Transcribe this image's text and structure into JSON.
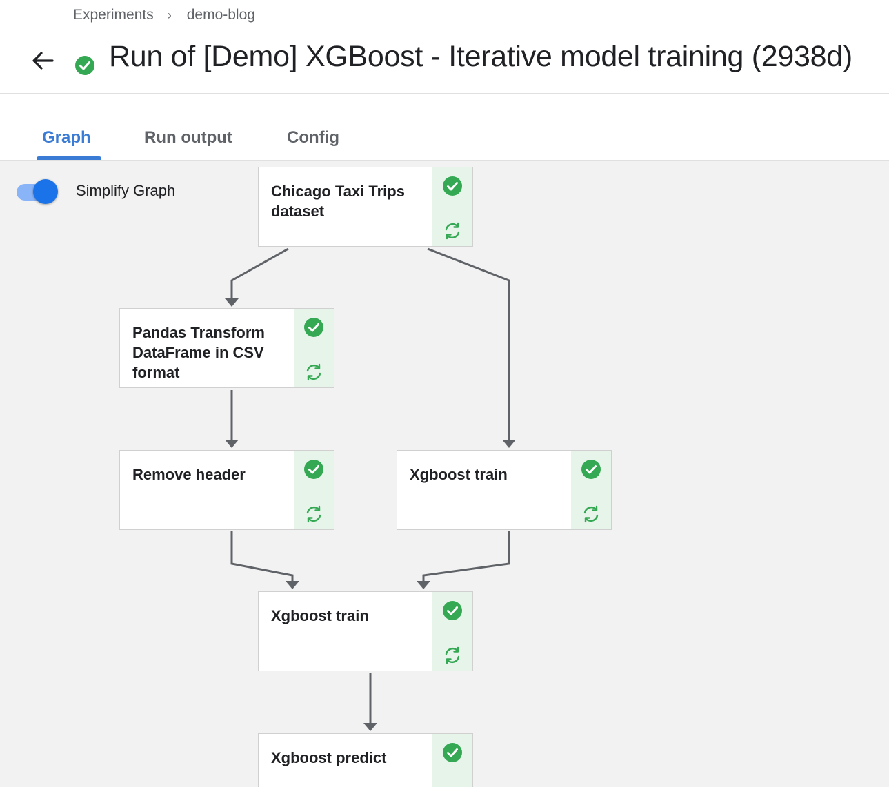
{
  "breadcrumb": {
    "items": [
      "Experiments",
      "demo-blog"
    ],
    "separator": "›"
  },
  "page": {
    "title": "Run of [Demo] XGBoost - Iterative model training (2938d)",
    "status": "success"
  },
  "tabs": [
    {
      "label": "Graph",
      "active": true
    },
    {
      "label": "Run output",
      "active": false
    },
    {
      "label": "Config",
      "active": false
    }
  ],
  "toggle": {
    "label": "Simplify Graph",
    "on": true
  },
  "nodes": [
    {
      "label": "Chicago Taxi Trips dataset",
      "status": "success"
    },
    {
      "label": "Pandas Transform DataFrame in CSV format",
      "status": "success"
    },
    {
      "label": "Remove header",
      "status": "success"
    },
    {
      "label": "Xgboost train",
      "status": "success"
    },
    {
      "label": "Xgboost train",
      "status": "success"
    },
    {
      "label": "Xgboost predict",
      "status": "success"
    }
  ],
  "colors": {
    "accent": "#3a7bd5",
    "success": "#34a853",
    "success_bg": "#e6f4ea",
    "edge": "#5f6368"
  },
  "icons": {
    "back": "arrow-back-icon",
    "status": "check-circle-icon",
    "retry": "retry-icon"
  }
}
